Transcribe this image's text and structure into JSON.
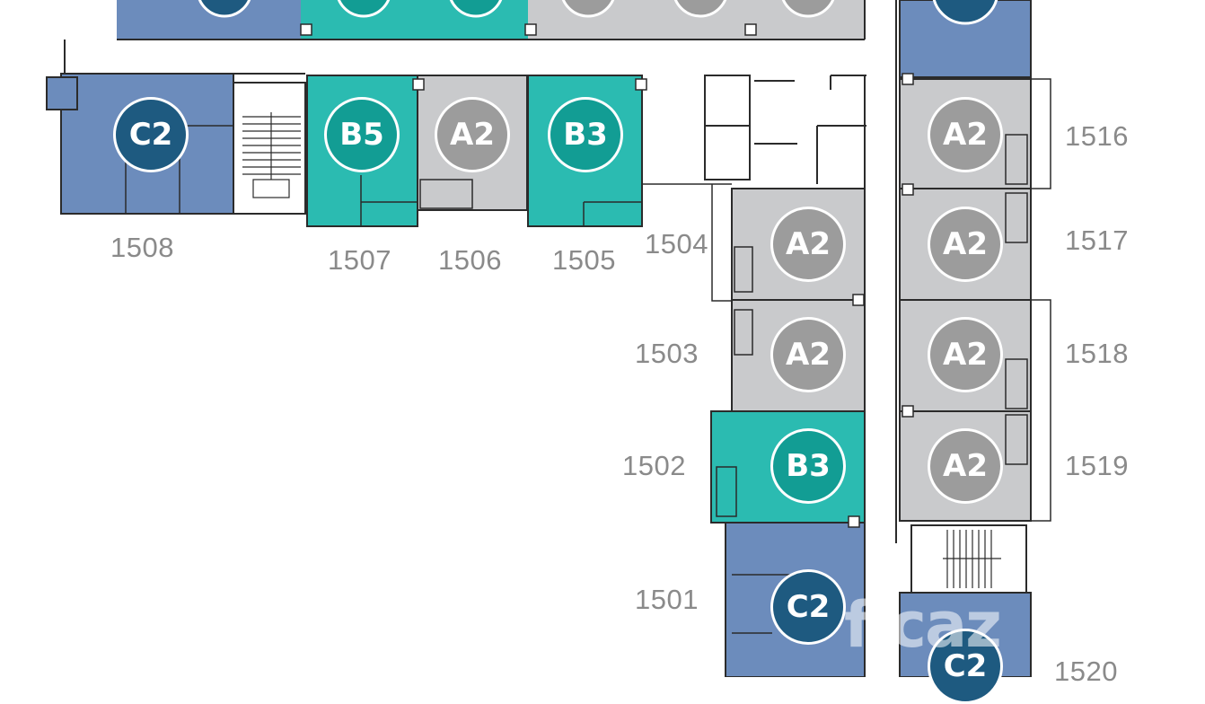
{
  "colors": {
    "type_A": "#c9cacc",
    "type_B": "#2bbbb1",
    "type_C": "#6c8cbc",
    "badge_A": "#9c9c9c",
    "badge_B": "#129d94",
    "badge_C": "#1e5a80",
    "wall": "#2b2b2b",
    "label": "#8a8a8a"
  },
  "units": [
    {
      "id": "1508",
      "type": "C2"
    },
    {
      "id": "1507",
      "type": "B5"
    },
    {
      "id": "1506",
      "type": "A2"
    },
    {
      "id": "1505",
      "type": "B3"
    },
    {
      "id": "1504",
      "type": "A2"
    },
    {
      "id": "1503",
      "type": "A2"
    },
    {
      "id": "1502",
      "type": "B3"
    },
    {
      "id": "1501",
      "type": "C2"
    },
    {
      "id": "1516",
      "type": "A2"
    },
    {
      "id": "1517",
      "type": "A2"
    },
    {
      "id": "1518",
      "type": "A2"
    },
    {
      "id": "1519",
      "type": "A2"
    },
    {
      "id": "1520",
      "type": "C2"
    }
  ],
  "watermark": "ficaz"
}
